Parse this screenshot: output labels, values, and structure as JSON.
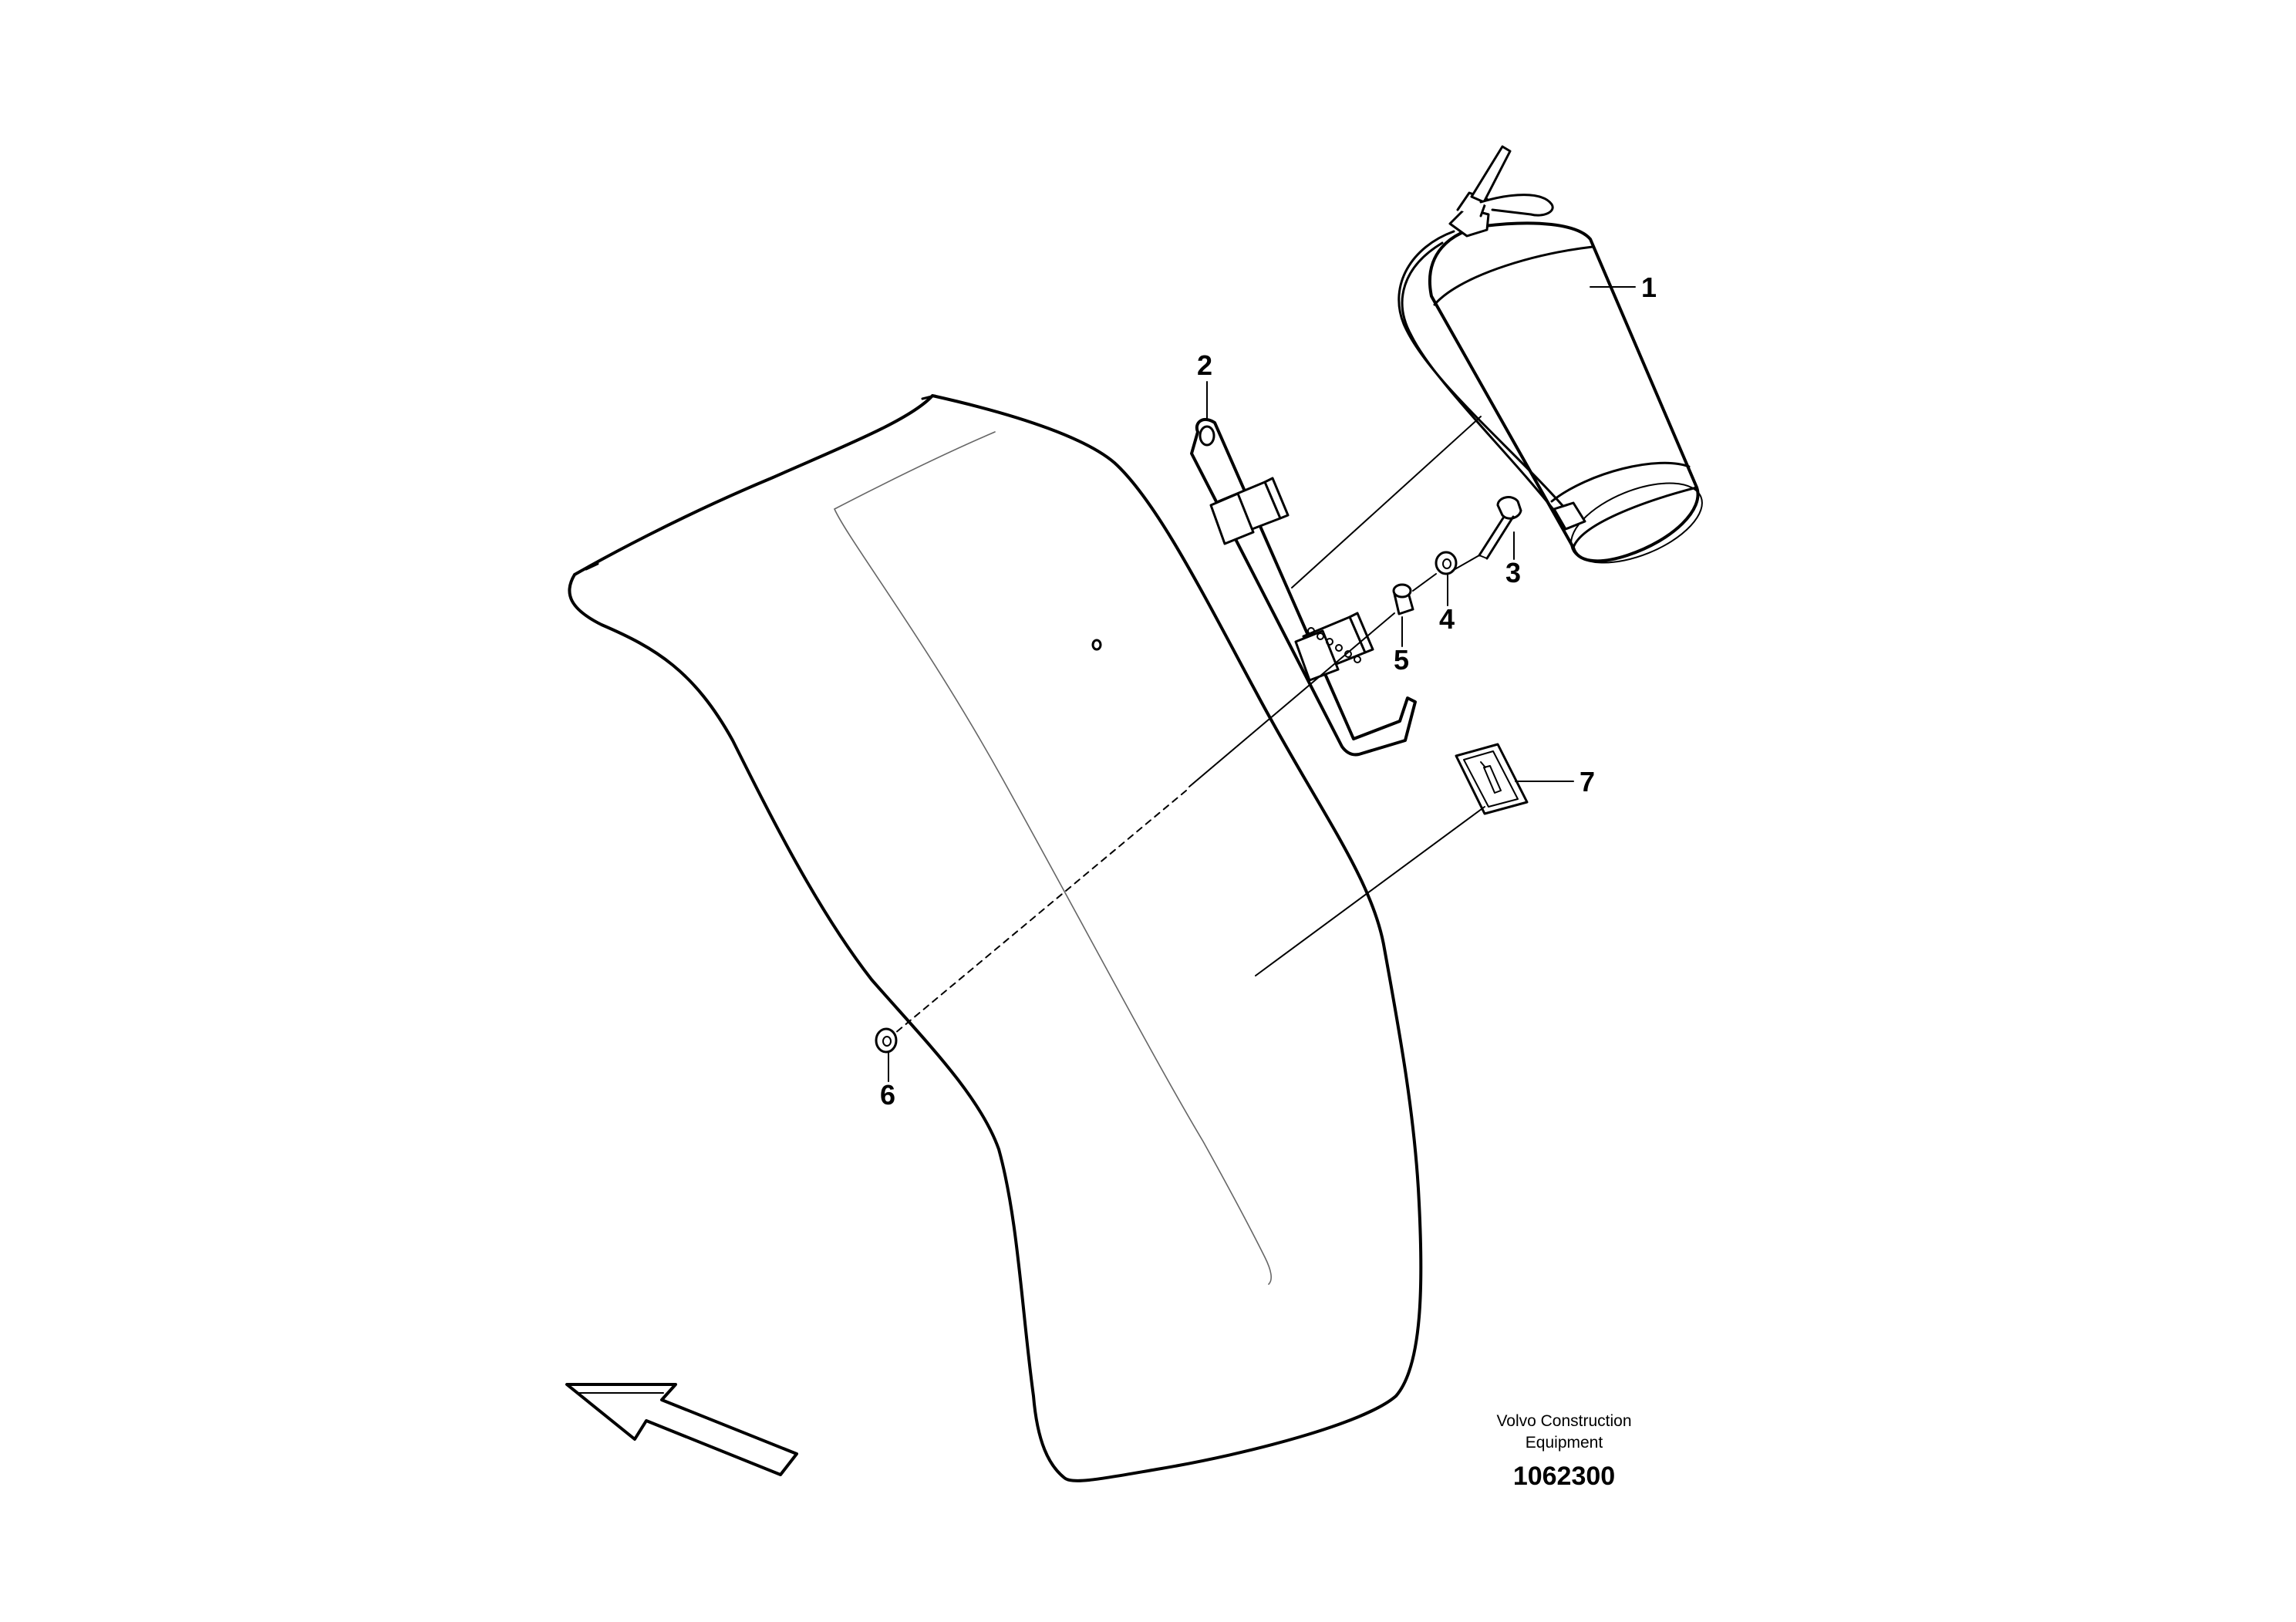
{
  "diagram": {
    "callouts": [
      {
        "label": "1"
      },
      {
        "label": "2"
      },
      {
        "label": "3"
      },
      {
        "label": "4"
      },
      {
        "label": "5"
      },
      {
        "label": "6"
      },
      {
        "label": "7"
      }
    ],
    "credit_line1": "Volvo Construction",
    "credit_line2": "Equipment",
    "doc_number": "1062300"
  }
}
